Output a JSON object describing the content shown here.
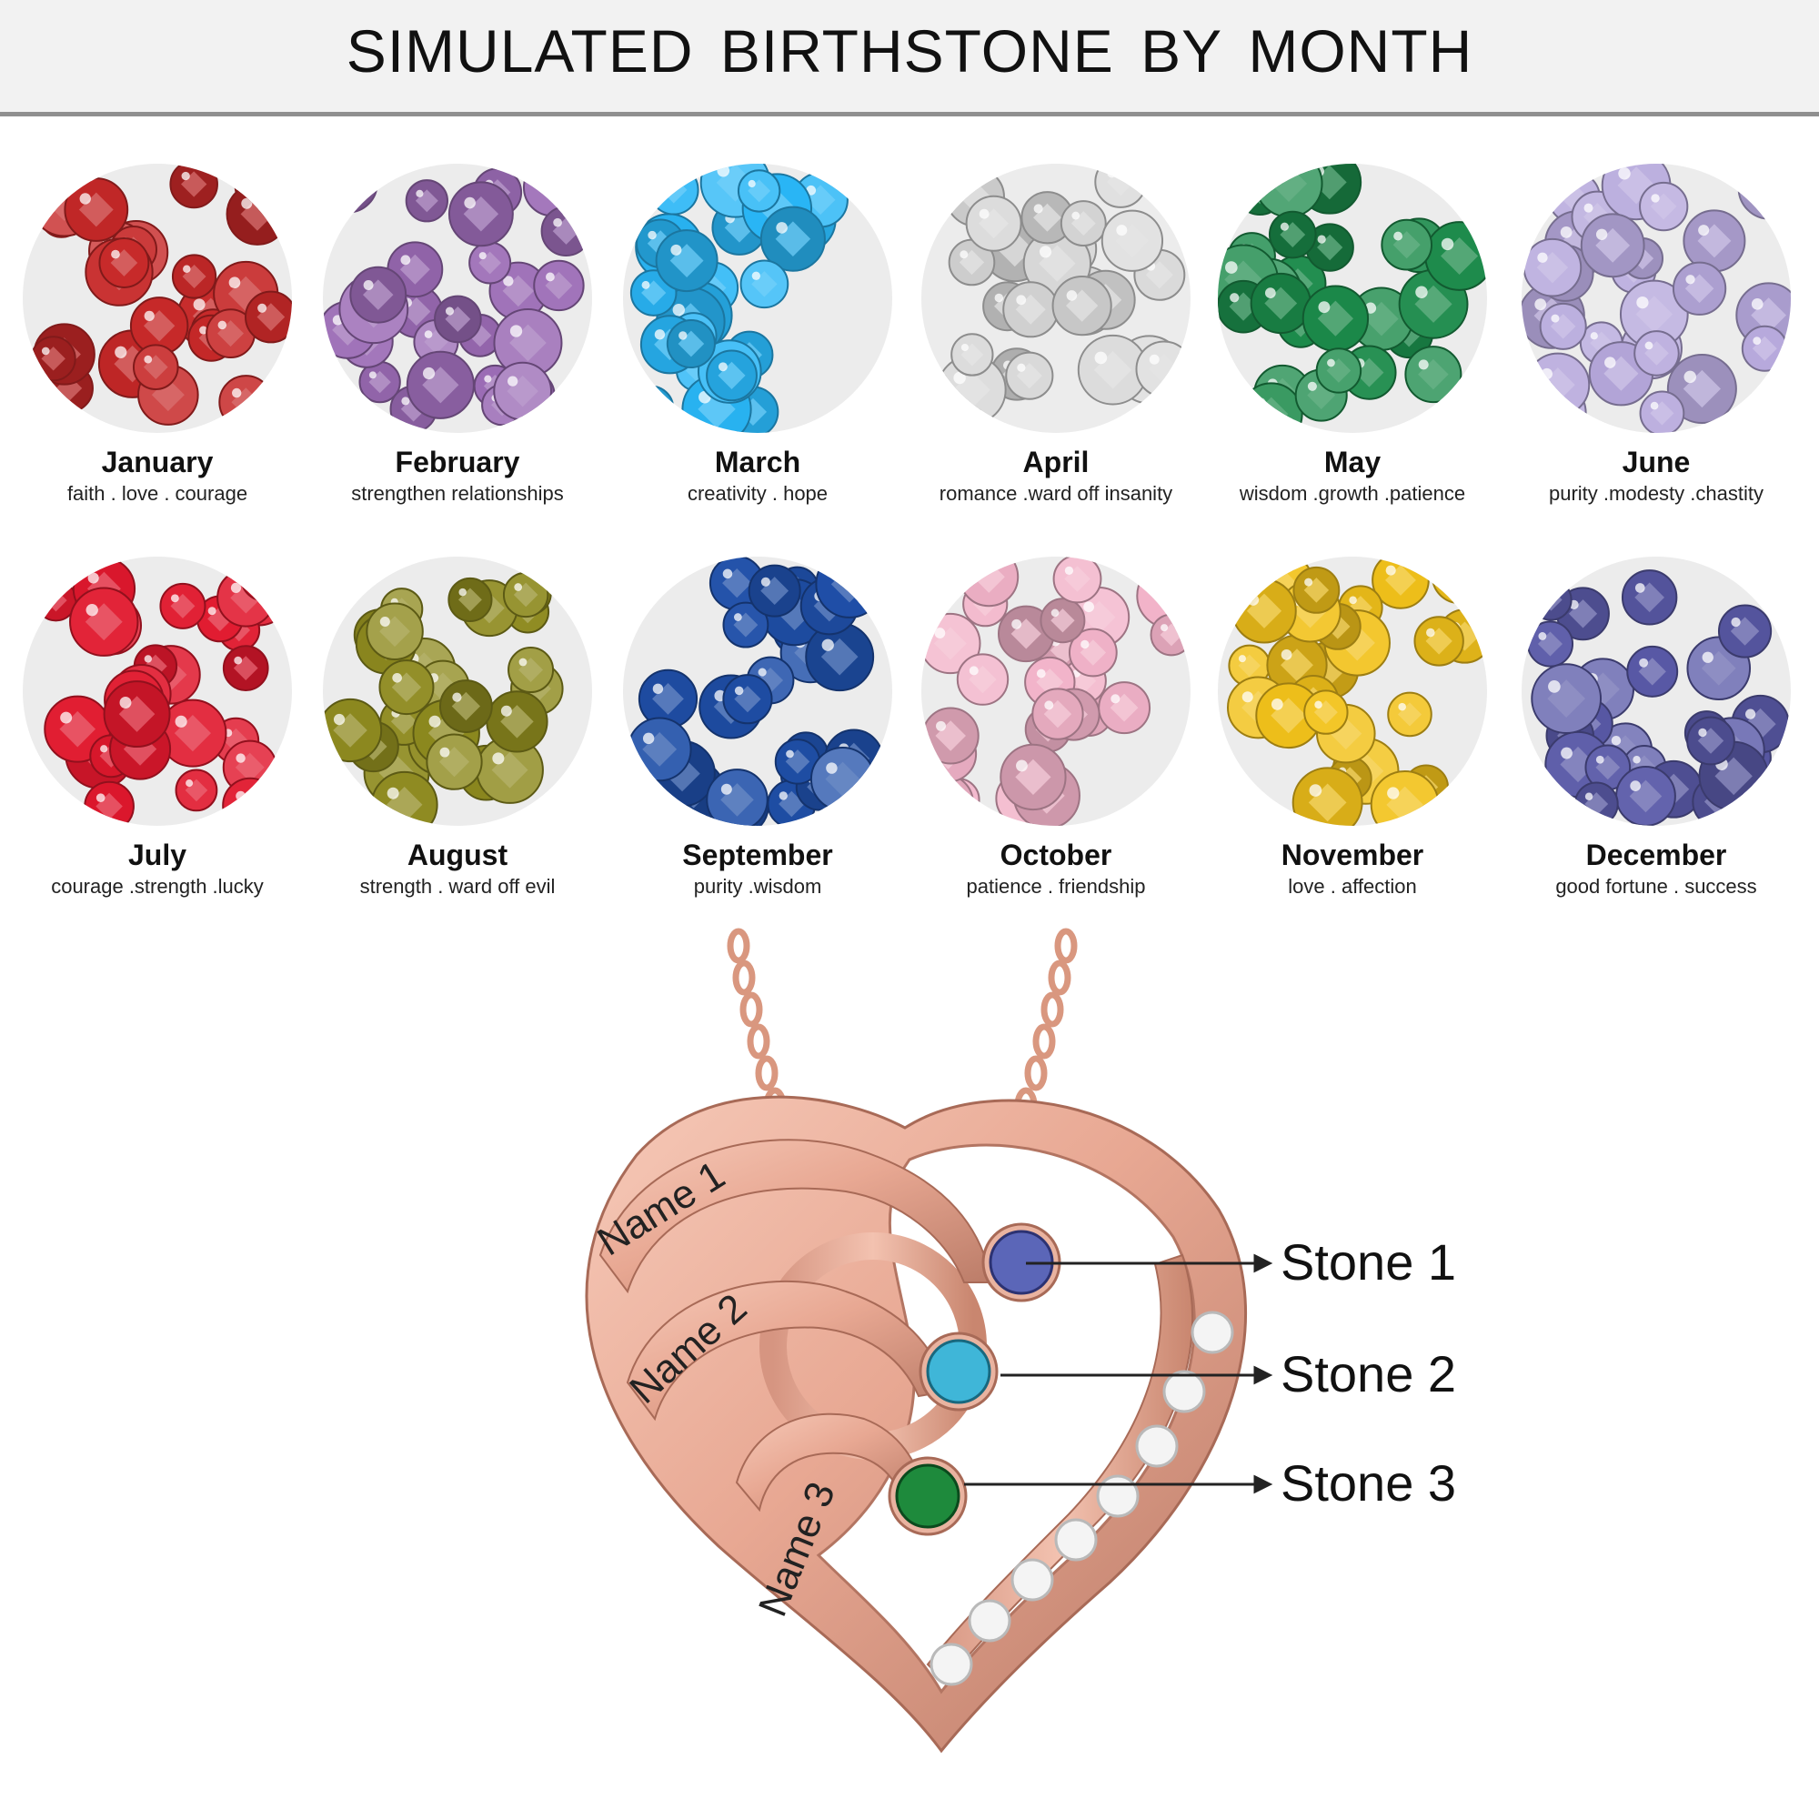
{
  "header": {
    "title": "SIMULATED  BIRTHSTONE BY MONTH"
  },
  "months": [
    {
      "name": "January",
      "meaning": "faith . love . courage",
      "color": "#c62828",
      "icon": "garnet-stones-icon"
    },
    {
      "name": "February",
      "meaning": "strengthen relationships",
      "color": "#9b6bb5",
      "icon": "amethyst-stones-icon"
    },
    {
      "name": "March",
      "meaning": "creativity  .  hope",
      "color": "#29b6f6",
      "icon": "aquamarine-stones-icon"
    },
    {
      "name": "April",
      "meaning": "romance  .ward off insanity",
      "color": "#d9d9d9",
      "icon": "diamond-stones-icon"
    },
    {
      "name": "May",
      "meaning": "wisdom .growth .patience",
      "color": "#1b8a4a",
      "icon": "emerald-stones-icon"
    },
    {
      "name": "June",
      "meaning": "purity .modesty .chastity",
      "color": "#b6a8dc",
      "icon": "alexandrite-stones-icon"
    },
    {
      "name": "July",
      "meaning": "courage .strength .lucky",
      "color": "#e0182d",
      "icon": "ruby-stones-icon"
    },
    {
      "name": "August",
      "meaning": "strength  . ward off evil",
      "color": "#8e8a1f",
      "icon": "peridot-stones-icon"
    },
    {
      "name": "September",
      "meaning": "purity .wisdom",
      "color": "#1f4fa8",
      "icon": "sapphire-stones-icon"
    },
    {
      "name": "October",
      "meaning": "patience . friendship",
      "color": "#f2b3c9",
      "icon": "pink-tourmaline-stones-icon"
    },
    {
      "name": "November",
      "meaning": "love . affection",
      "color": "#f2c21b",
      "icon": "citrine-stones-icon"
    },
    {
      "name": "December",
      "meaning": "good fortune . success",
      "color": "#5a5aa8",
      "icon": "tanzanite-stones-icon"
    }
  ],
  "pendant": {
    "metal_color": "#e8a893",
    "engravings": [
      "Name 1",
      "Name 2",
      "Name 3"
    ],
    "stones": [
      {
        "label": "Stone 1",
        "color": "#5b66b8"
      },
      {
        "label": "Stone 2",
        "color": "#3fb6d8"
      },
      {
        "label": "Stone 3",
        "color": "#1e8a3c"
      }
    ],
    "accent_stone_color": "#f4f4f4"
  }
}
